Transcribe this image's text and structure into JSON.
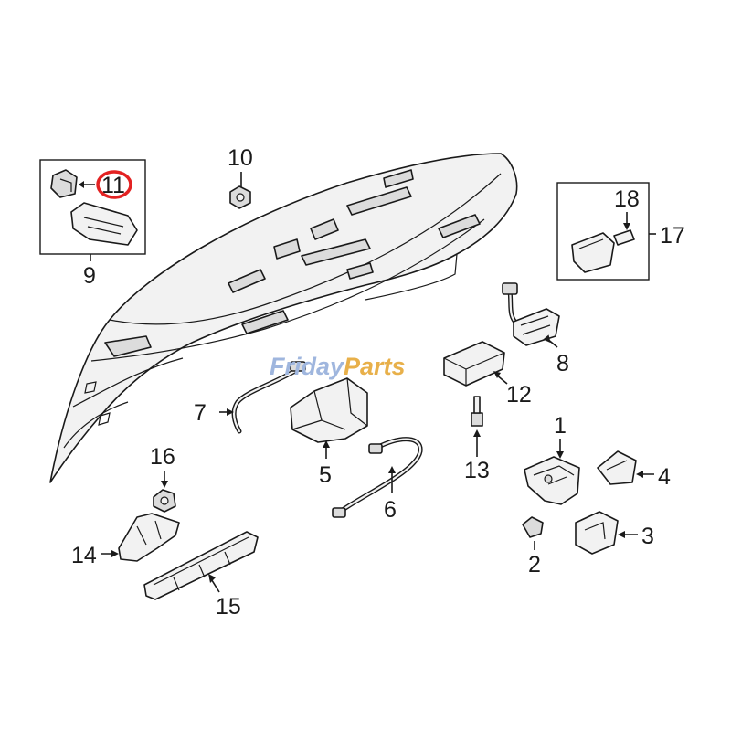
{
  "watermark": {
    "part1": "Friday",
    "part2": "Parts",
    "color1": "#9fb6de",
    "color2": "#e8b04a"
  },
  "highlight_color": "#e32222",
  "callouts": [
    {
      "id": "c1",
      "label": "1"
    },
    {
      "id": "c2",
      "label": "2"
    },
    {
      "id": "c3",
      "label": "3"
    },
    {
      "id": "c4",
      "label": "4"
    },
    {
      "id": "c5",
      "label": "5"
    },
    {
      "id": "c6",
      "label": "6"
    },
    {
      "id": "c7",
      "label": "7"
    },
    {
      "id": "c8",
      "label": "8"
    },
    {
      "id": "c9",
      "label": "9"
    },
    {
      "id": "c10",
      "label": "10"
    },
    {
      "id": "c11",
      "label": "11"
    },
    {
      "id": "c12",
      "label": "12"
    },
    {
      "id": "c13",
      "label": "13"
    },
    {
      "id": "c14",
      "label": "14"
    },
    {
      "id": "c15",
      "label": "15"
    },
    {
      "id": "c16",
      "label": "16"
    },
    {
      "id": "c17",
      "label": "17"
    },
    {
      "id": "c18",
      "label": "18"
    }
  ]
}
